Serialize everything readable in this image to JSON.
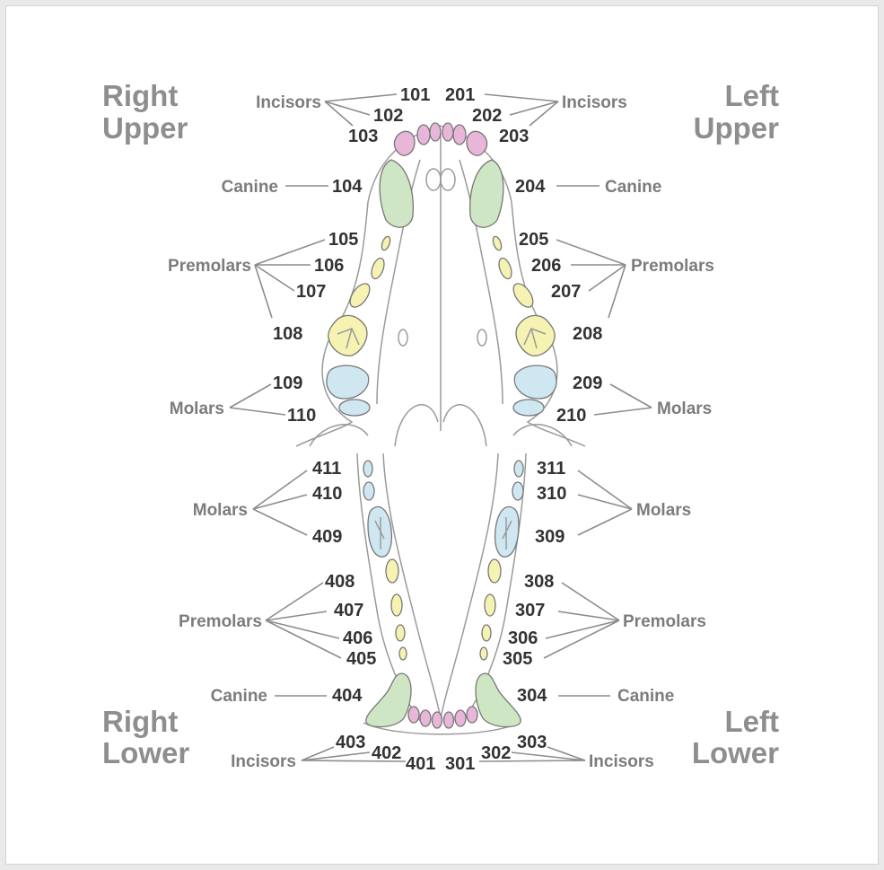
{
  "quadrants": {
    "right_upper": [
      "Right",
      "Upper"
    ],
    "left_upper": [
      "Left",
      "Upper"
    ],
    "right_lower": [
      "Right",
      "Lower"
    ],
    "left_lower": [
      "Left",
      "Lower"
    ]
  },
  "group_labels": {
    "incisors": "Incisors",
    "canine": "Canine",
    "premolars": "Premolars",
    "molars": "Molars"
  },
  "teeth": {
    "right_upper": {
      "incisors": [
        "101",
        "102",
        "103"
      ],
      "canine": [
        "104"
      ],
      "premolars": [
        "105",
        "106",
        "107",
        "108"
      ],
      "molars": [
        "109",
        "110"
      ]
    },
    "left_upper": {
      "incisors": [
        "201",
        "202",
        "203"
      ],
      "canine": [
        "204"
      ],
      "premolars": [
        "205",
        "206",
        "207",
        "208"
      ],
      "molars": [
        "209",
        "210"
      ]
    },
    "right_lower": {
      "molars": [
        "411",
        "410",
        "409"
      ],
      "premolars": [
        "408",
        "407",
        "406",
        "405"
      ],
      "canine": [
        "404"
      ],
      "incisors": [
        "403",
        "402",
        "401"
      ]
    },
    "left_lower": {
      "molars": [
        "311",
        "310",
        "309"
      ],
      "premolars": [
        "308",
        "307",
        "306",
        "305"
      ],
      "canine": [
        "304"
      ],
      "incisors": [
        "303",
        "302",
        "301"
      ]
    }
  },
  "colors": {
    "incisor": "#e8b6d8",
    "canine": "#cfe6c4",
    "premolar": "#f6f2b2",
    "molar": "#cfe7f1"
  }
}
